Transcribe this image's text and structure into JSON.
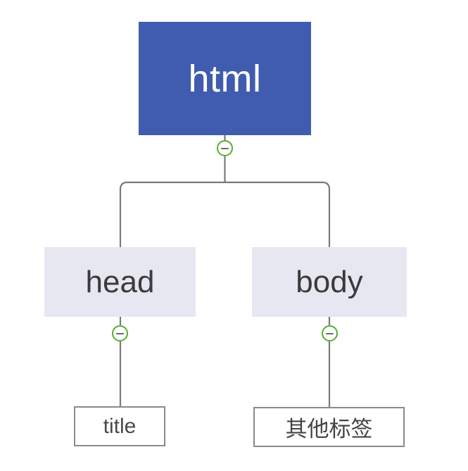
{
  "diagram": {
    "type": "tree",
    "title": "HTML document structure tree",
    "background_color": "#ffffff",
    "colors": {
      "root_fill": "#3F5CAF",
      "root_text": "#ffffff",
      "branch_fill": "#E7E7F1",
      "branch_text": "#3b3b3b",
      "leaf_fill": "#ffffff",
      "leaf_border": "#8a8a8a",
      "leaf_text": "#4a4a4a",
      "edge_line": "#7a7a7a",
      "toggle_ring": "#54b02a",
      "toggle_bar": "#6b6b6b"
    },
    "nodes": {
      "root": {
        "label": "html",
        "level": 0
      },
      "head": {
        "label": "head",
        "level": 1
      },
      "body": {
        "label": "body",
        "level": 1
      },
      "title": {
        "label": "title",
        "level": 2
      },
      "other_tags": {
        "label": "其他标签",
        "level": 2
      }
    },
    "edges": [
      {
        "from": "html",
        "to": "head"
      },
      {
        "from": "html",
        "to": "body"
      },
      {
        "from": "head",
        "to": "title"
      },
      {
        "from": "body",
        "to": "其他标签"
      }
    ],
    "toggles": [
      {
        "owner": "html",
        "state": "expanded",
        "icon": "minus-circle-icon"
      },
      {
        "owner": "head",
        "state": "expanded",
        "icon": "minus-circle-icon"
      },
      {
        "owner": "body",
        "state": "expanded",
        "icon": "minus-circle-icon"
      }
    ]
  }
}
